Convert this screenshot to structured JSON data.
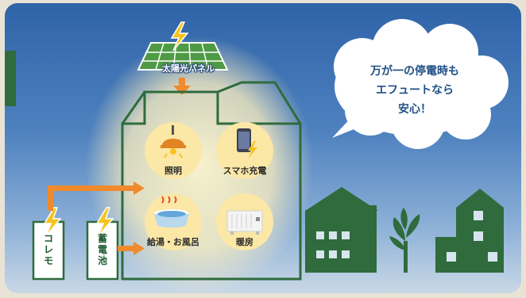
{
  "solar_panel": {
    "label": "太陽光パネル",
    "icon": "lightning-bolt-icon"
  },
  "speech_bubble": {
    "lines": [
      "万が一の停電時も",
      "エフュートなら",
      "安心！"
    ]
  },
  "appliances": [
    {
      "label": "照明",
      "icon": "ceiling-lamp-icon"
    },
    {
      "label": "スマホ充電",
      "icon": "smartphone-charging-icon"
    },
    {
      "label": "給湯・お風呂",
      "icon": "bathtub-icon"
    },
    {
      "label": "暖房",
      "icon": "heater-icon"
    }
  ],
  "sources": [
    {
      "label": "コレモ",
      "icon": "lightning-bolt-icon"
    },
    {
      "label": "蓄電池",
      "icon": "lightning-bolt-icon"
    }
  ],
  "colors": {
    "sky_top": "#2f63a8",
    "house_green": "#2f6b3c",
    "arrow_orange": "#f08a2c",
    "bolt_yellow": "#f6c21c",
    "circle_cream": "#fbe7a6",
    "bubble_text": "#1e4f86"
  }
}
